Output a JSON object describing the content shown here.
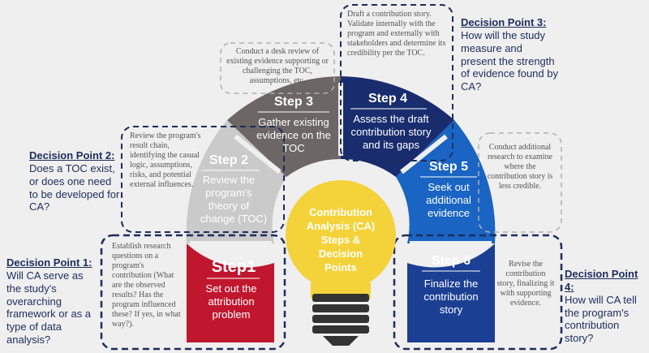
{
  "colors": {
    "background": "#efefef",
    "step1": "#c0172f",
    "step2": "#cacaca",
    "step3": "#6c6664",
    "step4": "#182c6e",
    "step5": "#1a64c3",
    "step6": "#1b3f93",
    "bulb": "#f4d23a",
    "bulb_text": "#ffffff",
    "dp_text": "#1c2d5e",
    "desc_text": "#555555",
    "dashed": "#1c2d5e"
  },
  "center": {
    "line1": "Contribution",
    "line2": "Analysis (CA)",
    "line3": "Steps &",
    "line4": "Decision",
    "line5": "Points"
  },
  "steps": [
    {
      "title": "Step1",
      "line1": "Set out the",
      "line2": "attribution",
      "line3": "problem",
      "line4": ""
    },
    {
      "title": "Step 2",
      "line1": "Review the",
      "line2": "program's",
      "line3": "theory of",
      "line4": "change (TOC)"
    },
    {
      "title": "Step 3",
      "line1": "Gather existing",
      "line2": "evidence on the",
      "line3": "TOC",
      "line4": ""
    },
    {
      "title": "Step 4",
      "line1": "Assess the draft",
      "line2": "contribution story",
      "line3": "and its gaps",
      "line4": ""
    },
    {
      "title": "Step 5",
      "line1": "Seek out",
      "line2": "additional",
      "line3": "evidence",
      "line4": ""
    },
    {
      "title": "Step 6",
      "line1": "Finalize the",
      "line2": "contribution",
      "line3": "story",
      "line4": ""
    }
  ],
  "descriptions": {
    "step1": "Establish research questions on a program's contribution (What are the observed results? Has the program influenced these? If yes, in what way?).",
    "step2": "Review the program's result chain, identifying the casual logic, assumptions, risks, and potential external influences.",
    "step3": "Conduct a desk review of existing evidence supporting or challenging the TOC, assumptions, etc.",
    "step4": "Draft a contribution story. Validate internally with the program and externally with stakeholders and determine its credibility per the TOC.",
    "step5": "Conduct additional research to examine where the contribution story is less credible.",
    "step6": "Revise the contribution story, finalizing it with supporting evidence."
  },
  "decision_points": [
    {
      "title": "Decision Point 1:",
      "question": "Will CA serve as the study's overarching framework or as a type of data analysis?"
    },
    {
      "title": "Decision Point 2:",
      "question": "Does a TOC exist, or does one need to be developed for CA?"
    },
    {
      "title": "Decision Point 3:",
      "question": "How will the study measure and present the strength of evidence found by CA?"
    },
    {
      "title": "Decision Point 4:",
      "question": "How will CA tell the program's contribution story?"
    }
  ]
}
